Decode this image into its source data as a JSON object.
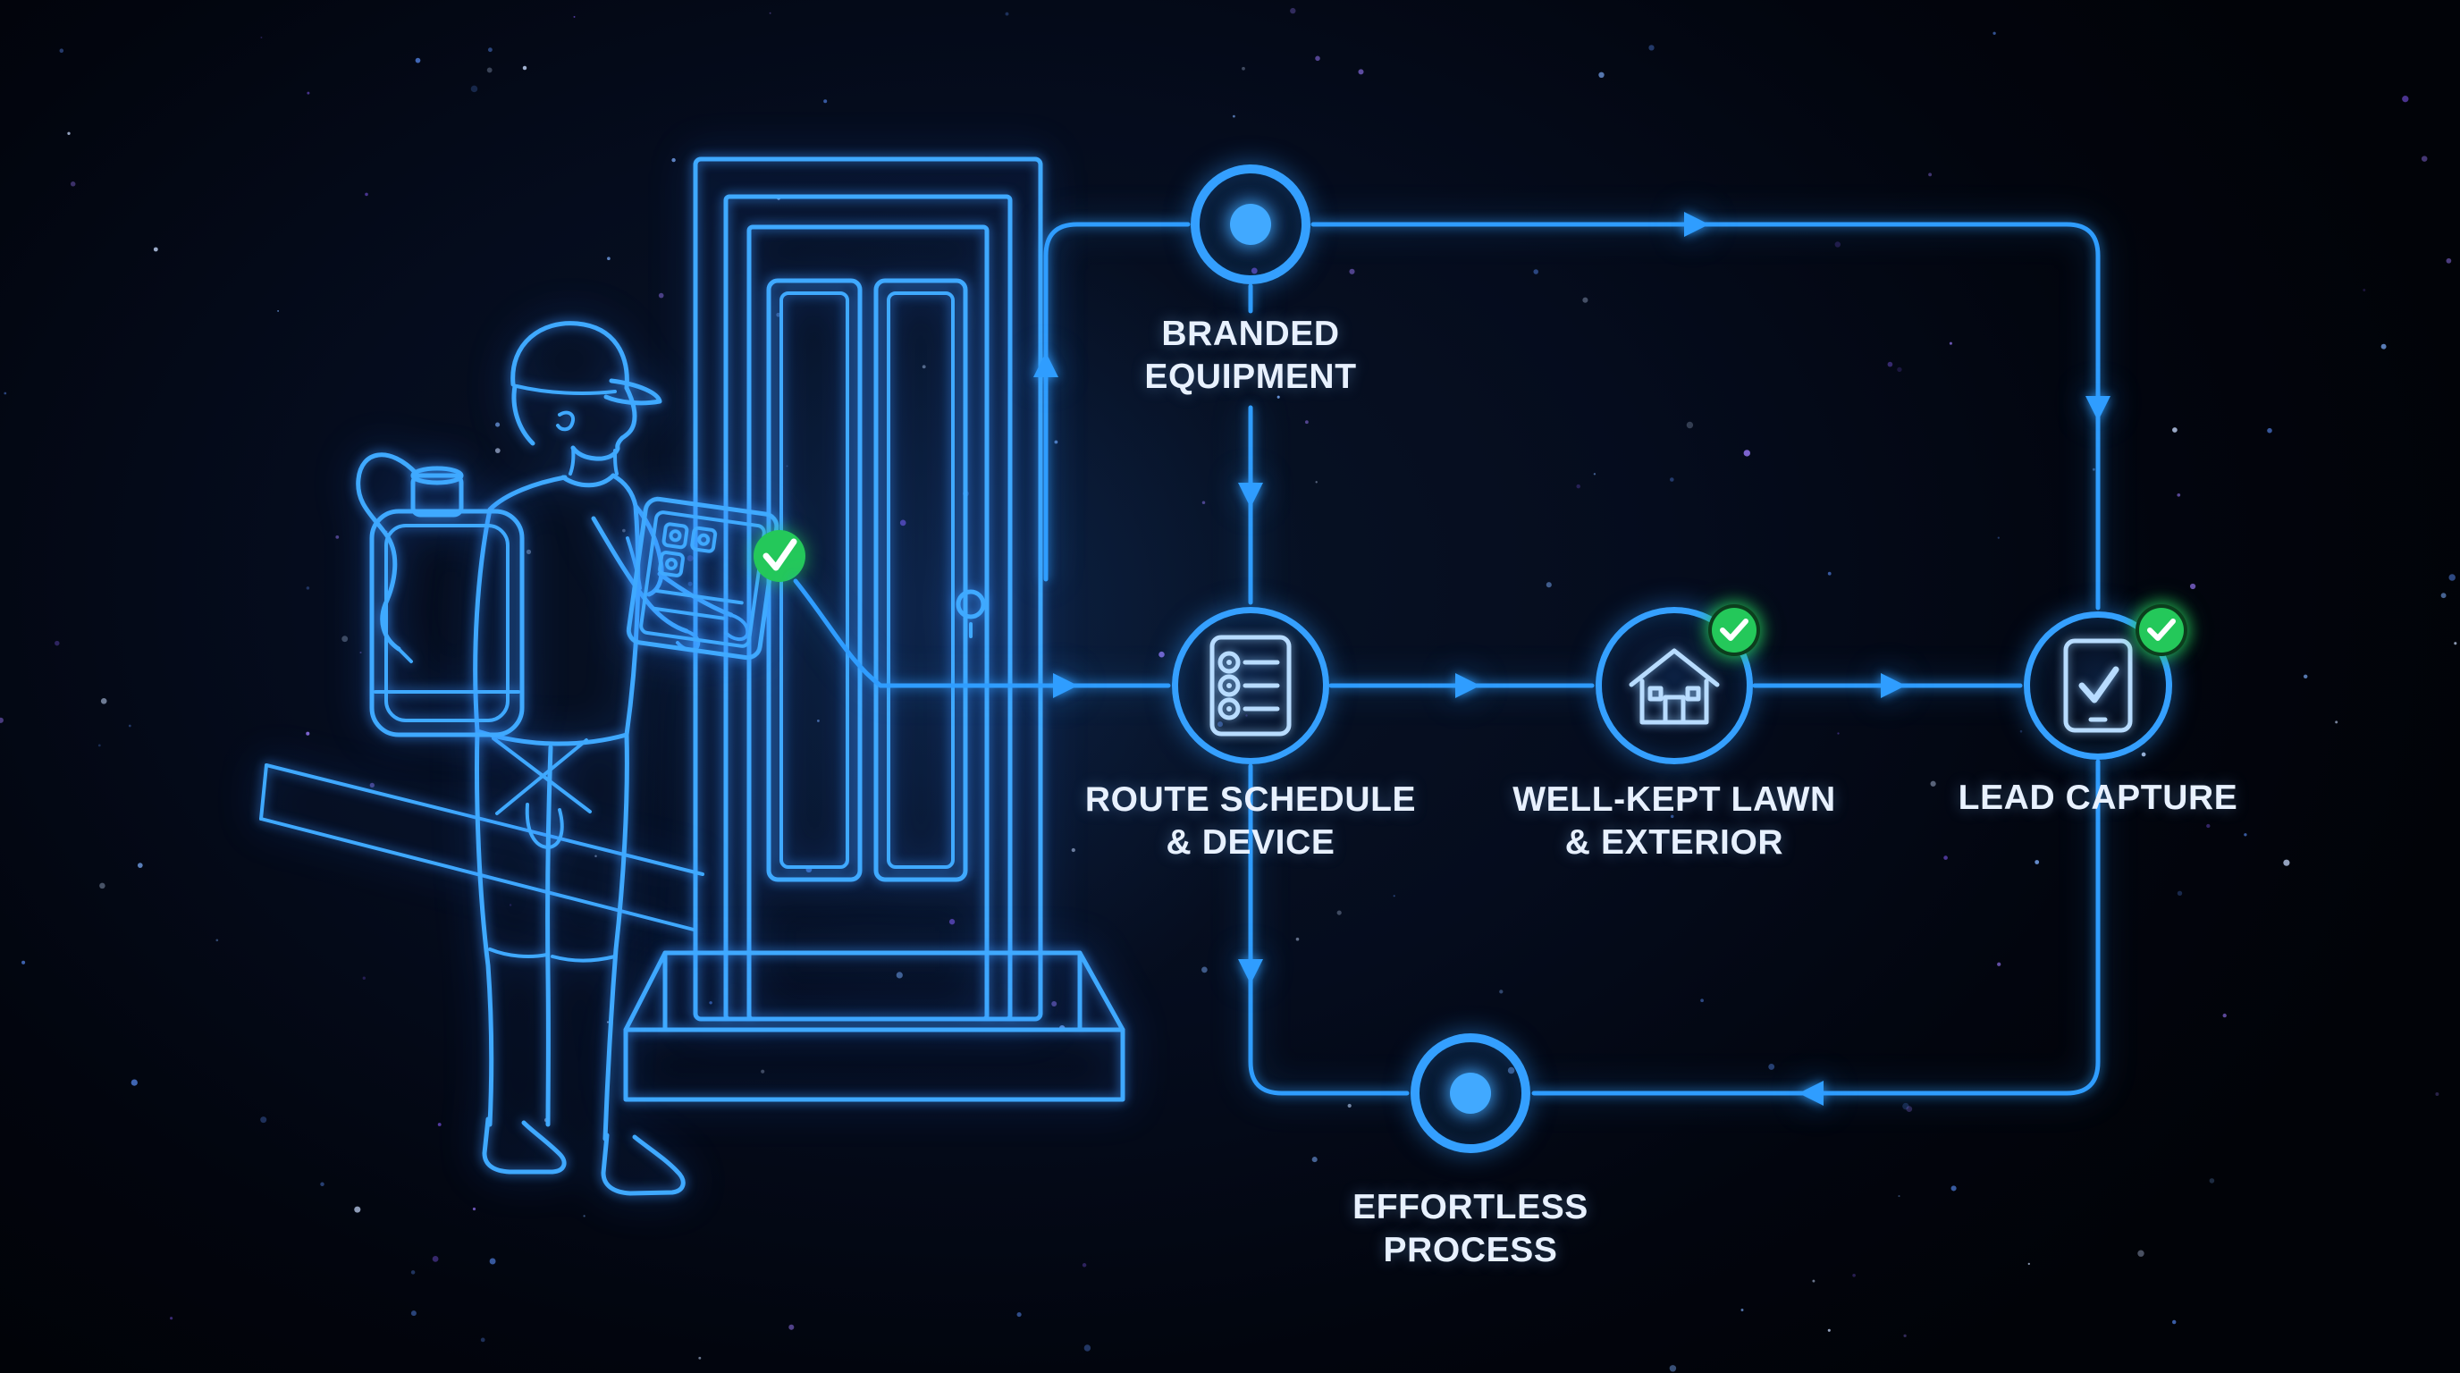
{
  "background": {
    "base_color": "#02050e",
    "glow_color": "#1e5ad2",
    "star_count": 170,
    "star_colors": [
      "#7fb0ff",
      "#9d7bff",
      "#4e7bd8",
      "#c9dcff",
      "#6a49c8"
    ]
  },
  "palette": {
    "accent": "#2f9dff",
    "accent_bright": "#5cb6ff",
    "icon_stroke": "#b8dcff",
    "success_green": "#24c85a",
    "label_color": "#e8f1ff"
  },
  "illustration": {
    "name": "pest-control-technician-with-sprayer-and-tablet-at-front-door",
    "tablet_badge": "check"
  },
  "nodes": [
    {
      "id": "branded-equipment",
      "lines": [
        "BRANDED",
        "EQUIPMENT"
      ],
      "icon": "dot",
      "badge": null
    },
    {
      "id": "route-schedule-device",
      "lines": [
        "ROUTE SCHEDULE",
        "& DEVICE"
      ],
      "icon": "checklist",
      "badge": null
    },
    {
      "id": "well-kept-lawn-exterior",
      "lines": [
        "WELL-KEPT LAWN",
        "& EXTERIOR"
      ],
      "icon": "house",
      "badge": "check"
    },
    {
      "id": "lead-capture",
      "lines": [
        "LEAD CAPTURE"
      ],
      "icon": "tablet-check",
      "badge": "check"
    },
    {
      "id": "effortless-process",
      "lines": [
        "EFFORTLESS",
        "PROCESS"
      ],
      "icon": "dot",
      "badge": null
    }
  ],
  "edges": [
    {
      "from": "technician-tablet",
      "to": "branded-equipment"
    },
    {
      "from": "technician-tablet",
      "to": "route-schedule-device"
    },
    {
      "from": "branded-equipment",
      "to": "route-schedule-device"
    },
    {
      "from": "branded-equipment",
      "to": "lead-capture"
    },
    {
      "from": "route-schedule-device",
      "to": "well-kept-lawn-exterior"
    },
    {
      "from": "well-kept-lawn-exterior",
      "to": "lead-capture"
    },
    {
      "from": "route-schedule-device",
      "to": "effortless-process"
    },
    {
      "from": "lead-capture",
      "to": "effortless-process"
    }
  ]
}
